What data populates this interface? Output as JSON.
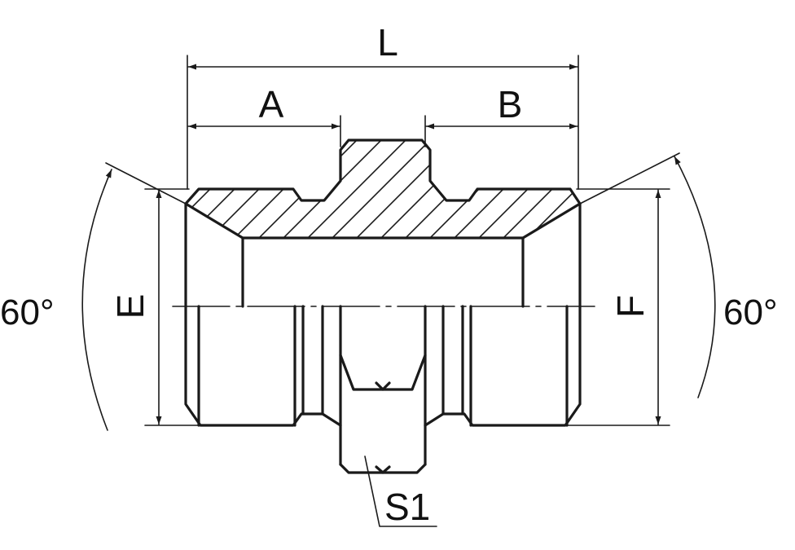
{
  "labels": {
    "L": "L",
    "A": "A",
    "B": "B",
    "E": "E",
    "F": "F",
    "S1": "S1",
    "angle_left": "60°",
    "angle_right": "60°"
  },
  "colors": {
    "line": "#1a1a1a",
    "background": "#ffffff"
  }
}
